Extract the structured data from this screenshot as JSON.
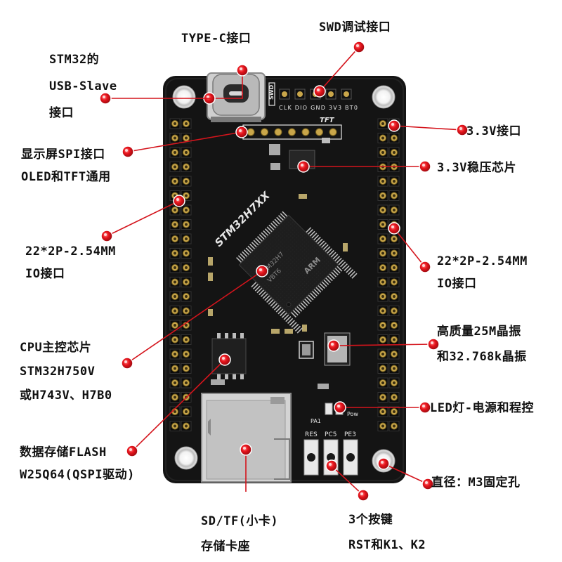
{
  "board": {
    "silkscreen": {
      "swd_header": "SWD",
      "swd_pins": "CLK DIO GND 3V3 BT0",
      "tft_header": "TFT",
      "mcu_series": "STM32H7XX",
      "chip_lines": [
        "STM32H7",
        "VBT6",
        "ARM"
      ],
      "led_labels": [
        "PA1",
        "Pow"
      ],
      "button_labels": [
        "RES",
        "PC5",
        "PE3"
      ]
    }
  },
  "annotations": {
    "typec": "TYPE-C接口",
    "swd": "SWD调试接口",
    "usb_slave": [
      "STM32的",
      "USB-Slave",
      "接口"
    ],
    "spi_display": [
      "显示屏SPI接口",
      "OLED和TFT通用"
    ],
    "v33_port": "3.3V接口",
    "v33_regulator": "3.3V稳压芯片",
    "io_left": [
      "22*2P-2.54MM",
      "IO接口"
    ],
    "io_right": [
      "22*2P-2.54MM",
      "IO接口"
    ],
    "cpu": [
      "CPU主控芯片",
      "STM32H750V",
      "或H743V、H7B0"
    ],
    "crystal": [
      "高质量25M晶振",
      "和32.768k晶振"
    ],
    "led": "LED灯-电源和程控",
    "flash": [
      "数据存储FLASH",
      "W25Q64(QSPI驱动)"
    ],
    "mount_hole": "直径：M3固定孔",
    "sd": [
      "SD/TF(小卡)",
      "存储卡座"
    ],
    "buttons": [
      "3个按键",
      "RST和K1、K2"
    ]
  },
  "colors": {
    "pcb": "#141414",
    "marker": "#e8141c",
    "line": "#d4141c",
    "silk": "#e6e6e6",
    "pin": "#c9a64a"
  }
}
